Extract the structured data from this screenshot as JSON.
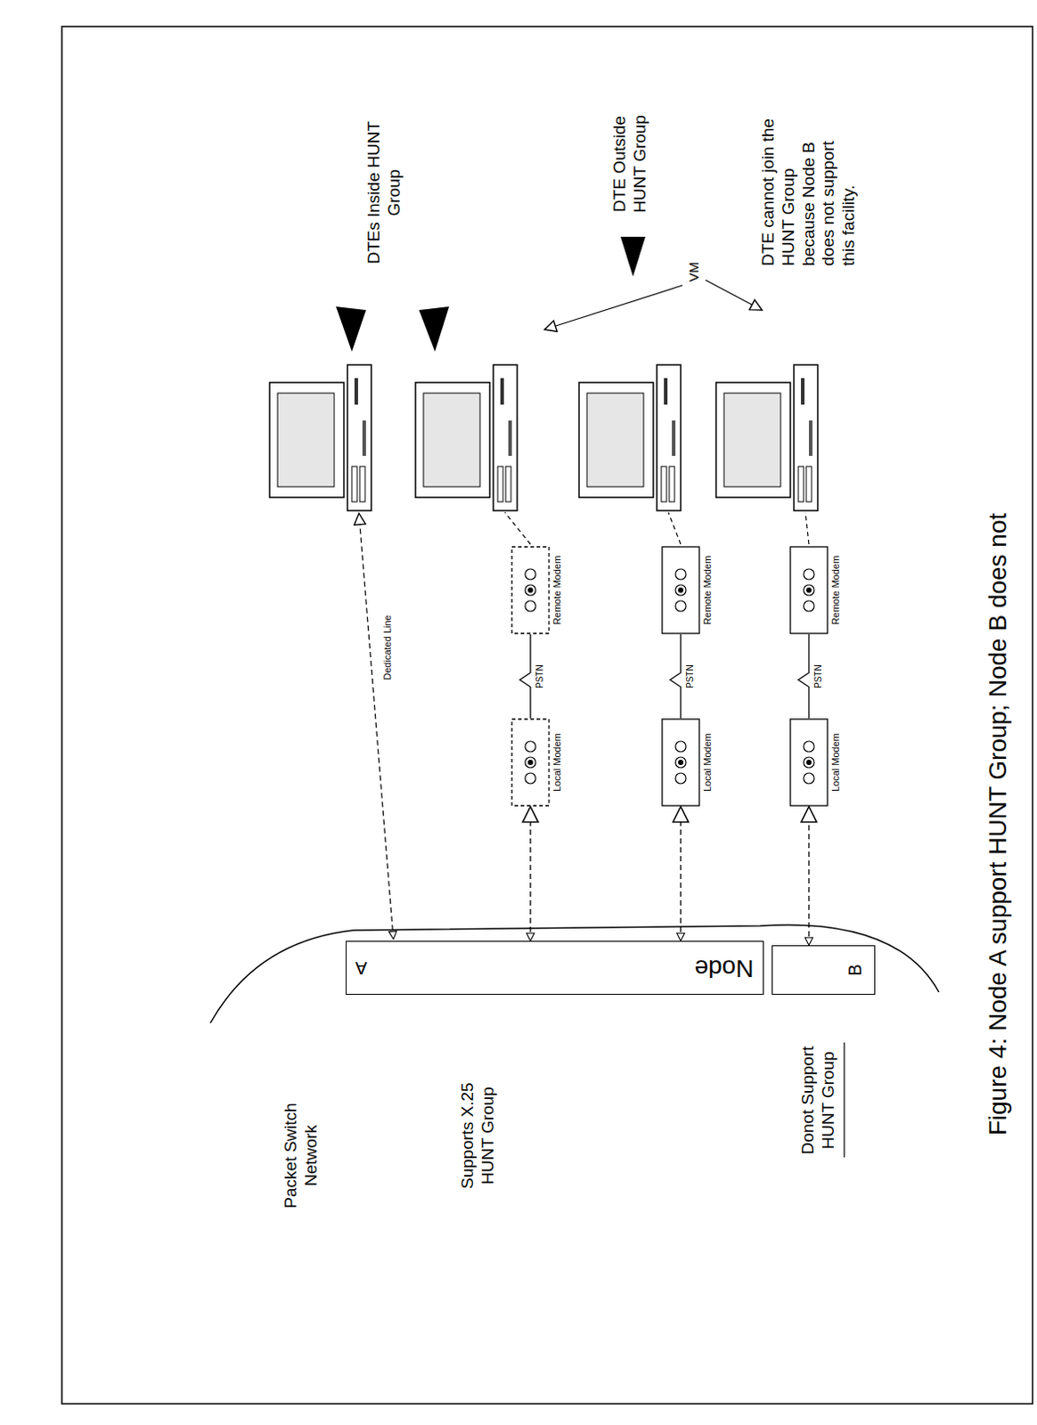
{
  "diagram": {
    "caption": "Figure 4: Node A support HUNT Group; Node B does not",
    "nodes": [
      {
        "text": [
          "A",
          "Node"
        ]
      },
      {
        "text": [
          "B"
        ]
      },
      {
        "text": [
          "Local Modem"
        ]
      },
      {
        "text": [
          "Remote Modem"
        ]
      },
      {
        "text": [
          "Local Modem"
        ]
      },
      {
        "text": [
          "Remote Modem"
        ]
      },
      {
        "text": [
          "Local Modem"
        ]
      },
      {
        "text": [
          "Remote Modem"
        ]
      }
    ],
    "edges": [
      {
        "from": 0,
        "to": 2,
        "arrow": "both"
      },
      {
        "from": 2,
        "to": 3,
        "label": "PSTN",
        "arrow": "none"
      },
      {
        "from": 0,
        "to": 4,
        "arrow": "both"
      },
      {
        "from": 4,
        "to": 5,
        "label": "PSTN",
        "arrow": "none"
      },
      {
        "from": 1,
        "to": 6,
        "arrow": "both"
      },
      {
        "from": 6,
        "to": 7,
        "label": "PSTN",
        "arrow": "none"
      }
    ],
    "labels": [
      "Packet Switch Network",
      "Supports X.25 HUNT Group",
      "Donot Support HUNT Group",
      "Dedicated Line",
      "DTEs Inside HUNT Group",
      "DTE Outside HUNT Group",
      "VM",
      "DTE cannot join the HUNT Group because Node B does not support this facility."
    ]
  }
}
